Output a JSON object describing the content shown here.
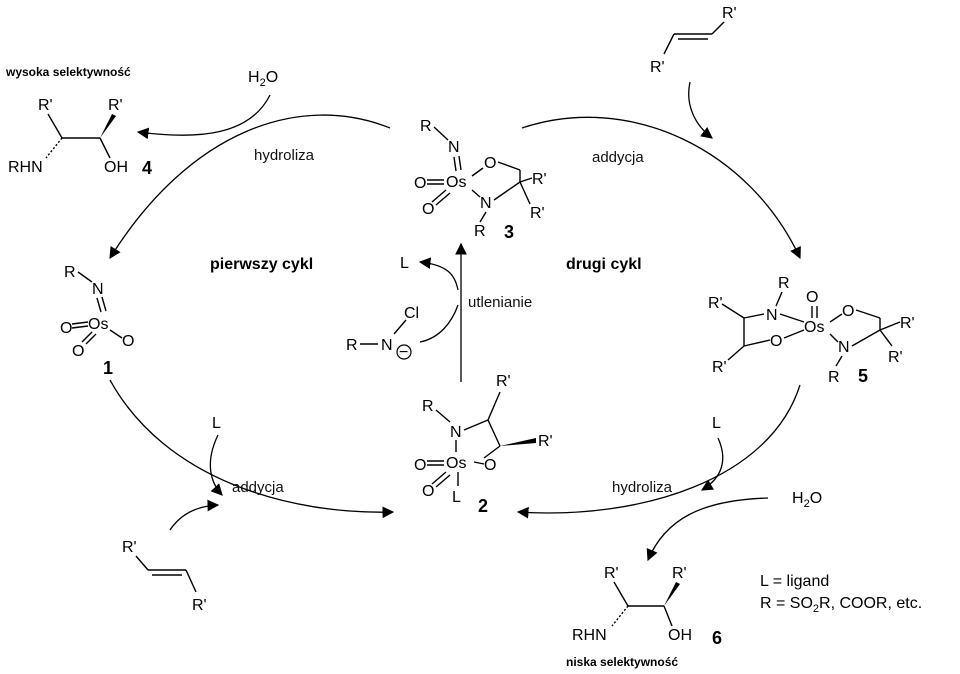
{
  "cycles": {
    "first_label": "pierwszy cykl",
    "second_label": "drugi cykl"
  },
  "steps": {
    "hydrolysis_top_left": "hydroliza",
    "addition_top_right": "addycja",
    "oxidation": "utlenianie",
    "addition_bottom_left": "addycja",
    "hydrolysis_bottom_right": "hydroliza"
  },
  "reagents": {
    "water_top": "H2O",
    "water_bottom": "H2O",
    "ligand_bottom_left": "L",
    "ligand_bottom_right": "L",
    "ligand_released": "L",
    "chloramine_r": "R",
    "chloramine_n": "N",
    "chloramine_cl": "Cl",
    "chloramine_charge": "−"
  },
  "compounds": {
    "c1": "1",
    "c2": "2",
    "c3": "3",
    "c4": "4",
    "c5": "5",
    "c6": "6"
  },
  "atoms": {
    "R": "R",
    "Rp": "R'",
    "N": "N",
    "O": "O",
    "Os": "Os",
    "L": "L",
    "RHN": "RHN",
    "OH": "OH"
  },
  "selectivity": {
    "high": "wysoka selektywność",
    "low": "niska selektywność"
  },
  "legend": {
    "line1": "L = ligand",
    "line2_prefix": "R = SO",
    "line2_sub": "2",
    "line2_suffix": "R, COOR, etc."
  }
}
